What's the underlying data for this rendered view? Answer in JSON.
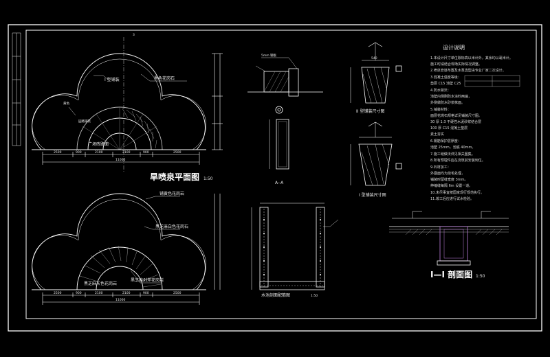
{
  "plan_upper": {
    "title": "旱喷泉平面图",
    "scale": "1:50",
    "labels": [
      "黑色花岗石",
      "I 型铺装",
      "黄色",
      "广场砖路面",
      "园路铺装"
    ],
    "dims": [
      "2500",
      "900",
      "2100",
      "2100",
      "900",
      "2500"
    ],
    "total": "11000",
    "section_mark": "3"
  },
  "plan_lower": {
    "labels": [
      "铺黄色花岗岩",
      "黑芝麻白色花岗石",
      "黑芝麻剁斧花岗岩",
      "黑芝麻灰色花岗岩"
    ],
    "dims": [
      "2500",
      "900",
      "2100",
      "2100",
      "900",
      "2500"
    ],
    "total": "11000"
  },
  "detail_top": {
    "label": "5mm 钢板",
    "section": "A--A"
  },
  "detail_paver": {
    "top_title": "II 型铺装尺寸图",
    "bottom_title": "I 型铺装尺寸图",
    "dim": "540"
  },
  "pit": {
    "title": "水池剖面配筋图",
    "sub": "1:50"
  },
  "section": {
    "title": "I—I 剖面图",
    "scale": "1:50"
  },
  "notes": {
    "title": "设计说明",
    "lines": [
      "1.本设计尺寸单位除标高以米计外，其余均以毫米计。",
      "  施工时请结合现场实际情况调整。",
      "2.喷泉管道布置及水泵选型由专业厂家二次设计。",
      "3.混凝土强度等级：",
      "  垫层 C15   池壁 C25",
      "4.防水做法：",
      "  池壁内侧刷防水涂料两遍，",
      "  外侧做防水砂浆抹面。",
      "5.铺装材料：",
      "  面层花岗石规格详见铺装尺寸图。",
      "  30 厚 1:3 干硬性水泥砂浆结合层",
      "  100 厚 C15 混凝土垫层",
      "  素土夯实",
      "6.钢筋保护层厚度：",
      "  池壁 25mm，池底 40mm。",
      "7.施工缝做法详见相关图集。",
      "8.所有预埋件应在浇筑前安装到位。",
      "9.石材加工：",
      "  外露面均为烧毛处理，",
      "  铺装时留缝宽度 3mm。",
      "  伸缩缝每隔 6m 设置一道。",
      "10.未尽事宜按国家现行规范执行。",
      "11.竣工后应进行试水检验。"
    ]
  }
}
